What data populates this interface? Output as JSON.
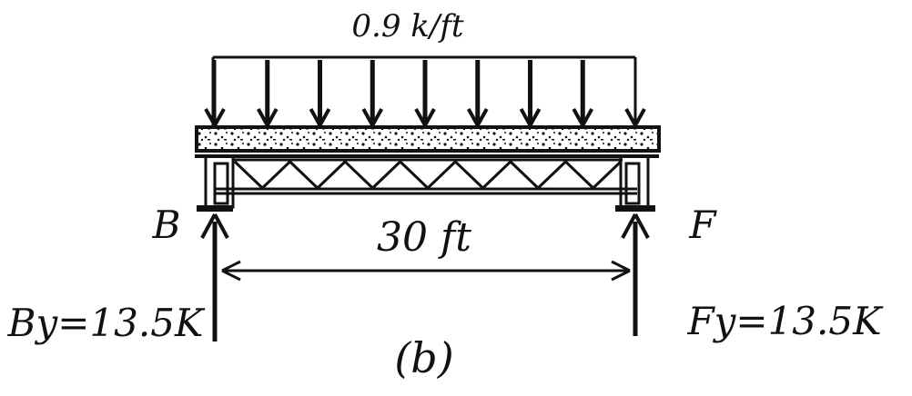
{
  "diagram": {
    "load_label": "0.9 k/ft",
    "support_left_label": "B",
    "support_right_label": "F",
    "span_label": "30 ft",
    "reaction_left_label": "By=13.5K",
    "reaction_right_label": "Fy=13.5K",
    "figure_label": "(b)"
  },
  "colors": {
    "ink": "#111111",
    "paper": "#ffffff"
  },
  "load_arrow_count": 9
}
